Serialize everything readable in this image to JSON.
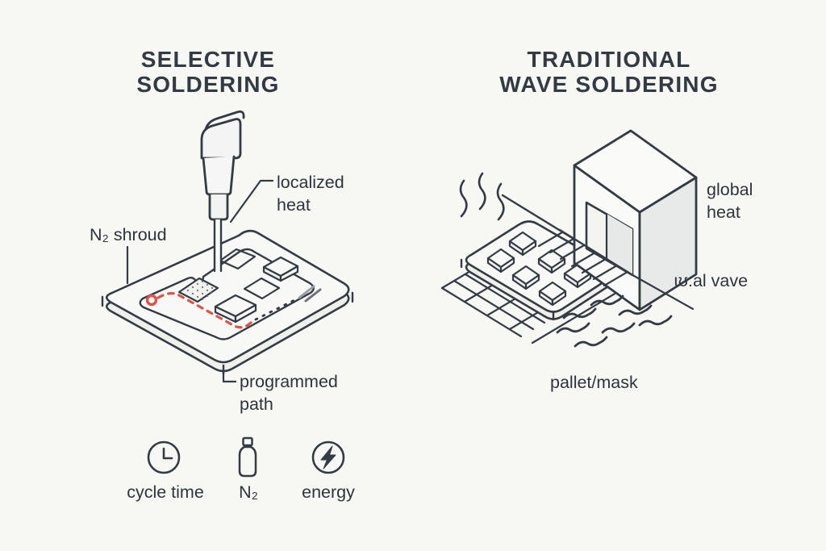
{
  "page": {
    "background": "#f7f7f4",
    "ink_color": "#343b44",
    "accent_red": "#d9544a",
    "shade_gray": "#e9ebea"
  },
  "left": {
    "title_line1": "SELECTIVE",
    "title_line2": "SOLDERING",
    "labels": {
      "localized_heat": "localized heat",
      "n2_shroud": "N₂ shroud",
      "programmed_path": "programmed path"
    },
    "legend": [
      {
        "icon": "clock-icon",
        "label": "cycle time"
      },
      {
        "icon": "bottle-icon",
        "label": "N₂"
      },
      {
        "icon": "bolt-icon",
        "label": "energy"
      }
    ]
  },
  "right": {
    "title_line1": "TRADITIONAL",
    "title_line2": "WAVE SOLDERING",
    "labels": {
      "global_heat": "global heat",
      "wave": "ɩʊ:al vave",
      "pallet_mask": "pallet/mask"
    }
  }
}
